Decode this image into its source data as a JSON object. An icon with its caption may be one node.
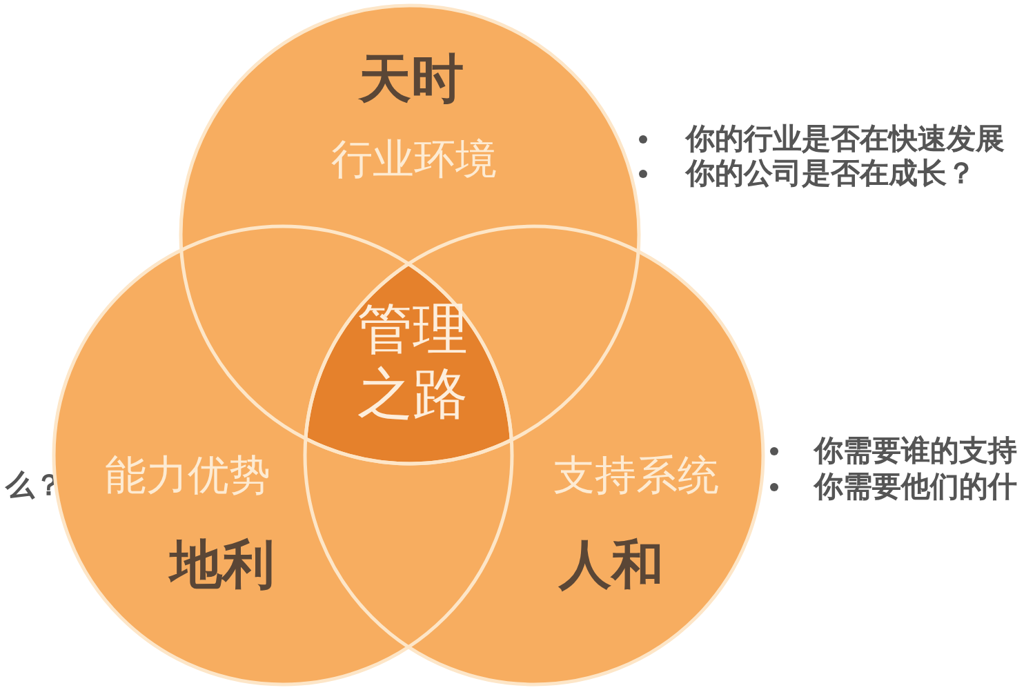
{
  "diagram": {
    "nodes": [
      {
        "text": [
          "天时",
          "行业环境"
        ]
      },
      {
        "text": [
          "能力优势",
          "地利"
        ]
      },
      {
        "text": [
          "支持系统",
          "人和"
        ]
      },
      {
        "text": [
          "管理之路"
        ]
      }
    ],
    "labels": [
      "你的行业是否在快速发展",
      "你的公司是否在成长？",
      "你需要谁的支持",
      "么？",
      "你需要他们的什"
    ]
  }
}
